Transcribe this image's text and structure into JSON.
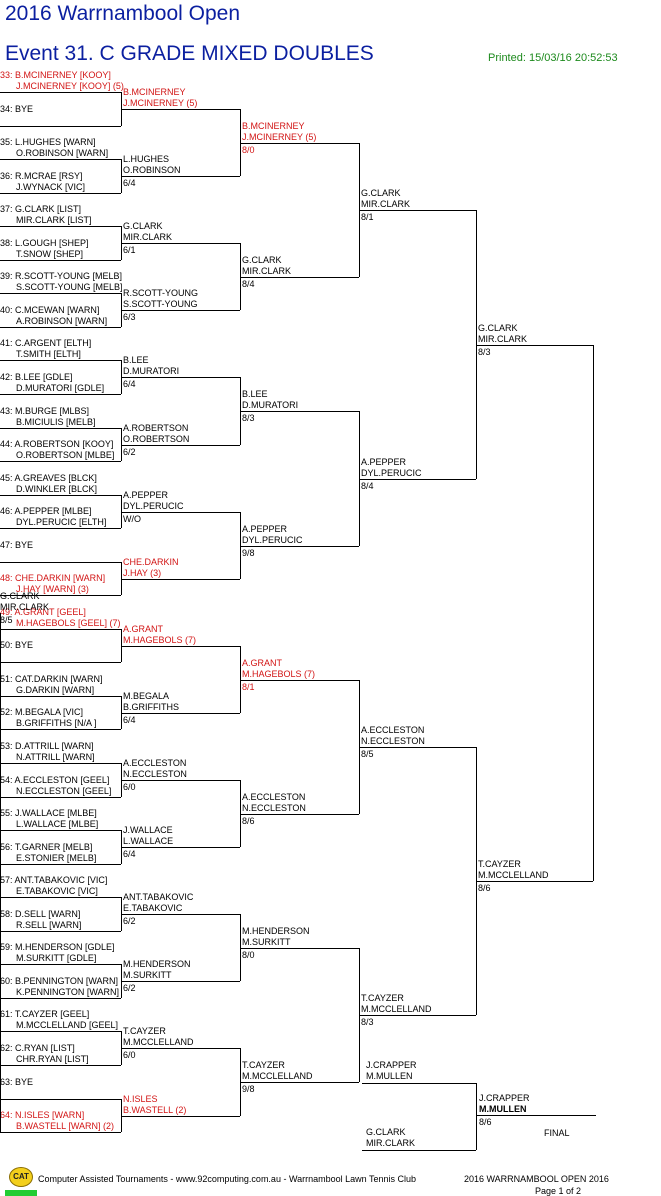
{
  "header": {
    "tournament": "2016 Warrnambool Open",
    "event": "Event 31. C GRADE MIXED DOUBLES",
    "printed": "Printed: 15/03/16 20:52:53"
  },
  "draw": [
    {
      "num": "33:",
      "line1": "B.MCINERNEY [KOOY]",
      "line2": "J.MCINERNEY [KOOY] (5)",
      "seed": true
    },
    {
      "num": "34:",
      "line1": "BYE",
      "line2": "",
      "seed": false
    },
    {
      "num": "35:",
      "line1": "L.HUGHES [WARN]",
      "line2": "O.ROBINSON [WARN]",
      "seed": false
    },
    {
      "num": "36:",
      "line1": "R.MCRAE [RSY]",
      "line2": "J.WYNACK [VIC]",
      "seed": false
    },
    {
      "num": "37:",
      "line1": "G.CLARK [LIST]",
      "line2": "MIR.CLARK [LIST]",
      "seed": false
    },
    {
      "num": "38:",
      "line1": "L.GOUGH [SHEP]",
      "line2": "T.SNOW [SHEP]",
      "seed": false
    },
    {
      "num": "39:",
      "line1": "R.SCOTT-YOUNG [MELB]",
      "line2": "S.SCOTT-YOUNG [MELB]",
      "seed": false
    },
    {
      "num": "40:",
      "line1": "C.MCEWAN [WARN]",
      "line2": "A.ROBINSON [WARN]",
      "seed": false
    },
    {
      "num": "41:",
      "line1": "C.ARGENT [ELTH]",
      "line2": "T.SMITH [ELTH]",
      "seed": false
    },
    {
      "num": "42:",
      "line1": "B.LEE [GDLE]",
      "line2": "D.MURATORI [GDLE]",
      "seed": false
    },
    {
      "num": "43:",
      "line1": "M.BURGE [MLBS]",
      "line2": "B.MICIULIS [MELB]",
      "seed": false
    },
    {
      "num": "44:",
      "line1": "A.ROBERTSON [KOOY]",
      "line2": "O.ROBERTSON [MLBE]",
      "seed": false
    },
    {
      "num": "45:",
      "line1": "A.GREAVES [BLCK]",
      "line2": "D.WINKLER [BLCK]",
      "seed": false
    },
    {
      "num": "46:",
      "line1": "A.PEPPER [MLBE]",
      "line2": "DYL.PERUCIC [ELTH]",
      "seed": false
    },
    {
      "num": "47:",
      "line1": "BYE",
      "line2": "",
      "seed": false
    },
    {
      "num": "48:",
      "line1": "CHE.DARKIN [WARN]",
      "line2": "J.HAY [WARN] (3)",
      "seed": true
    },
    {
      "num": "49:",
      "line1": "A.GRANT [GEEL]",
      "line2": "M.HAGEBOLS [GEEL] (7)",
      "seed": true
    },
    {
      "num": "50:",
      "line1": "BYE",
      "line2": "",
      "seed": false
    },
    {
      "num": "51:",
      "line1": "CAT.DARKIN [WARN]",
      "line2": "G.DARKIN [WARN]",
      "seed": false
    },
    {
      "num": "52:",
      "line1": "M.BEGALA [VIC]",
      "line2": "B.GRIFFITHS [N/A ]",
      "seed": false
    },
    {
      "num": "53:",
      "line1": "D.ATTRILL [WARN]",
      "line2": "N.ATTRILL [WARN]",
      "seed": false
    },
    {
      "num": "54:",
      "line1": "A.ECCLESTON [GEEL]",
      "line2": "N.ECCLESTON [GEEL]",
      "seed": false
    },
    {
      "num": "55:",
      "line1": "J.WALLACE [MLBE]",
      "line2": "L.WALLACE [MLBE]",
      "seed": false
    },
    {
      "num": "56:",
      "line1": "T.GARNER [MELB]",
      "line2": "E.STONIER [MELB]",
      "seed": false
    },
    {
      "num": "57:",
      "line1": "ANT.TABAKOVIC [VIC]",
      "line2": "E.TABAKOVIC [VIC]",
      "seed": false
    },
    {
      "num": "58:",
      "line1": "D.SELL [WARN]",
      "line2": "R.SELL [WARN]",
      "seed": false
    },
    {
      "num": "59:",
      "line1": "M.HENDERSON [GDLE]",
      "line2": "M.SURKITT [GDLE]",
      "seed": false
    },
    {
      "num": "60:",
      "line1": "B.PENNINGTON [WARN]",
      "line2": "K.PENNINGTON [WARN]",
      "seed": false
    },
    {
      "num": "61:",
      "line1": "T.CAYZER [GEEL]",
      "line2": "M.MCCLELLAND [GEEL]",
      "seed": false
    },
    {
      "num": "62:",
      "line1": "C.RYAN [LIST]",
      "line2": "CHR.RYAN [LIST]",
      "seed": false
    },
    {
      "num": "63:",
      "line1": "BYE",
      "line2": "",
      "seed": false
    },
    {
      "num": "64:",
      "line1": "N.ISLES [WARN]",
      "line2": "B.WASTELL [WARN] (2)",
      "seed": true
    }
  ],
  "rounds": [
    [
      {
        "p1": "B.MCINERNEY",
        "p2": "J.MCINERNEY (5)",
        "score": "",
        "seed": true
      },
      {
        "p1": "L.HUGHES",
        "p2": "O.ROBINSON",
        "score": "6/4",
        "seed": false
      },
      {
        "p1": "G.CLARK",
        "p2": "MIR.CLARK",
        "score": "6/1",
        "seed": false
      },
      {
        "p1": "R.SCOTT-YOUNG",
        "p2": "S.SCOTT-YOUNG",
        "score": "6/3",
        "seed": false
      },
      {
        "p1": "B.LEE",
        "p2": "D.MURATORI",
        "score": "6/4",
        "seed": false
      },
      {
        "p1": "A.ROBERTSON",
        "p2": "O.ROBERTSON",
        "score": "6/2",
        "seed": false
      },
      {
        "p1": "A.PEPPER",
        "p2": "DYL.PERUCIC",
        "score": "W/O",
        "seed": false
      },
      {
        "p1": "CHE.DARKIN",
        "p2": "J.HAY (3)",
        "score": "",
        "seed": true
      },
      {
        "p1": "A.GRANT",
        "p2": "M.HAGEBOLS (7)",
        "score": "",
        "seed": true
      },
      {
        "p1": "M.BEGALA",
        "p2": "B.GRIFFITHS",
        "score": "6/4",
        "seed": false
      },
      {
        "p1": "A.ECCLESTON",
        "p2": "N.ECCLESTON",
        "score": "6/0",
        "seed": false
      },
      {
        "p1": "J.WALLACE",
        "p2": "L.WALLACE",
        "score": "6/4",
        "seed": false
      },
      {
        "p1": "ANT.TABAKOVIC",
        "p2": "E.TABAKOVIC",
        "score": "6/2",
        "seed": false
      },
      {
        "p1": "M.HENDERSON",
        "p2": "M.SURKITT",
        "score": "6/2",
        "seed": false
      },
      {
        "p1": "T.CAYZER",
        "p2": "M.MCCLELLAND",
        "score": "6/0",
        "seed": false
      },
      {
        "p1": "N.ISLES",
        "p2": "B.WASTELL (2)",
        "score": "",
        "seed": true
      }
    ],
    [
      {
        "p1": "B.MCINERNEY",
        "p2": "J.MCINERNEY (5)",
        "score": "8/0",
        "seed": true
      },
      {
        "p1": "G.CLARK",
        "p2": "MIR.CLARK",
        "score": "8/4",
        "seed": false
      },
      {
        "p1": "B.LEE",
        "p2": "D.MURATORI",
        "score": "8/3",
        "seed": false
      },
      {
        "p1": "A.PEPPER",
        "p2": "DYL.PERUCIC",
        "score": "9/8",
        "seed": false
      },
      {
        "p1": "A.GRANT",
        "p2": "M.HAGEBOLS (7)",
        "score": "8/1",
        "seed": true
      },
      {
        "p1": "A.ECCLESTON",
        "p2": "N.ECCLESTON",
        "score": "8/6",
        "seed": false
      },
      {
        "p1": "M.HENDERSON",
        "p2": "M.SURKITT",
        "score": "8/0",
        "seed": false
      },
      {
        "p1": "T.CAYZER",
        "p2": "M.MCCLELLAND",
        "score": "9/8",
        "seed": false
      }
    ],
    [
      {
        "p1": "G.CLARK",
        "p2": "MIR.CLARK",
        "score": "8/1",
        "seed": false
      },
      {
        "p1": "A.PEPPER",
        "p2": "DYL.PERUCIC",
        "score": "8/4",
        "seed": false
      },
      {
        "p1": "A.ECCLESTON",
        "p2": "N.ECCLESTON",
        "score": "8/5",
        "seed": false
      },
      {
        "p1": "T.CAYZER",
        "p2": "M.MCCLELLAND",
        "score": "8/3",
        "seed": false
      }
    ],
    [
      {
        "p1": "G.CLARK",
        "p2": "MIR.CLARK",
        "score": "8/3",
        "seed": false
      },
      {
        "p1": "T.CAYZER",
        "p2": "M.MCCLELLAND",
        "score": "8/6",
        "seed": false
      }
    ],
    [
      {
        "p1": "G.CLARK",
        "p2": "MIR.CLARK",
        "score": "8/5",
        "seed": false
      }
    ]
  ],
  "playoff": {
    "top": {
      "p1": "J.CRAPPER",
      "p2": "M.MULLEN"
    },
    "bottom": {
      "p1": "G.CLARK",
      "p2": "MIR.CLARK"
    },
    "winner": {
      "p1": "J.CRAPPER",
      "p2": "M.MULLEN",
      "score": "8/6"
    },
    "label": "FINAL"
  },
  "footer": {
    "logo_text": "CAT",
    "credit": "Computer Assisted Tournaments - www.92computing.com.au  -  Warrnambool Lawn Tennis Club",
    "event_name": "2016 WARRNAMBOOL OPEN 2016",
    "page": "Page 1 of 2"
  }
}
